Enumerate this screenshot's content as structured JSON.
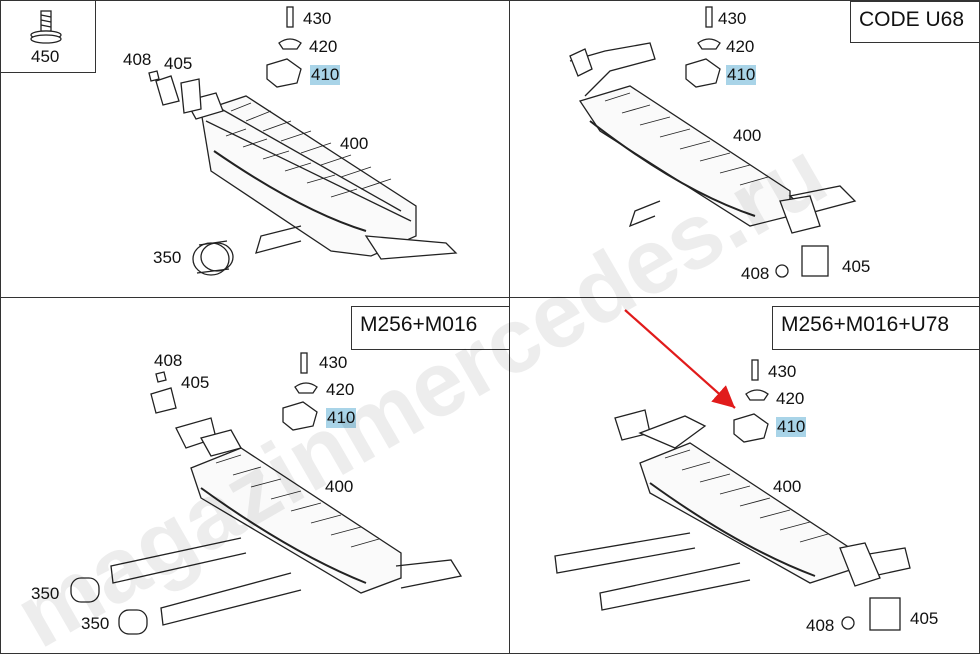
{
  "panels": [
    {
      "id": "p1",
      "code": "",
      "labels": {
        "l450": "450",
        "l408": "408",
        "l405": "405",
        "l430": "430",
        "l420": "420",
        "l410": "410",
        "l400": "400",
        "l350": "350"
      }
    },
    {
      "id": "p2",
      "code": "CODE U68",
      "labels": {
        "l430": "430",
        "l420": "420",
        "l410": "410",
        "l400": "400",
        "l408": "408",
        "l405": "405"
      }
    },
    {
      "id": "p3",
      "code": "M256+M016",
      "labels": {
        "l408": "408",
        "l405": "405",
        "l430": "430",
        "l420": "420",
        "l410": "410",
        "l400": "400",
        "l350a": "350",
        "l350b": "350"
      }
    },
    {
      "id": "p4",
      "code": "M256+M016+U78",
      "labels": {
        "l430": "430",
        "l420": "420",
        "l410": "410",
        "l400": "400",
        "l408": "408",
        "l405": "405"
      }
    }
  ],
  "watermark": "magazinmercedes.ru",
  "colors": {
    "highlight": "#a9d4e8",
    "arrow": "#e11b1b",
    "line": "#222222"
  }
}
